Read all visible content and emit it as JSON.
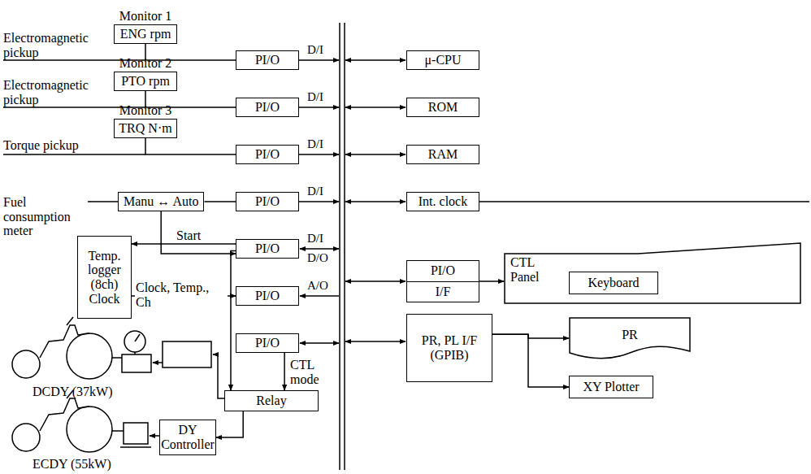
{
  "diagram": {
    "nodes": [
      {
        "text": [
          "Monitor 1",
          "ENG rpm"
        ]
      },
      {
        "text": [
          "Monitor 2",
          "PTO rpm"
        ]
      },
      {
        "text": [
          "Monitor 3",
          "TRQ N·m"
        ]
      },
      {
        "text": [
          "PI/O"
        ]
      },
      {
        "text": [
          "PI/O"
        ]
      },
      {
        "text": [
          "PI/O"
        ]
      },
      {
        "text": [
          "Manu ↔ Auto"
        ]
      },
      {
        "text": [
          "PI/O"
        ]
      },
      {
        "text": [
          "Temp. logger (8ch) Clock"
        ]
      },
      {
        "text": [
          "PI/O"
        ]
      },
      {
        "text": [
          "PI/O"
        ]
      },
      {
        "text": [
          "PI/O"
        ]
      },
      {
        "text": [
          "Relay"
        ]
      },
      {
        "text": [
          "DY Controller"
        ]
      },
      {
        "text": [
          "μ-CPU"
        ]
      },
      {
        "text": [
          "ROM"
        ]
      },
      {
        "text": [
          "RAM"
        ]
      },
      {
        "text": [
          "Int. clock"
        ]
      },
      {
        "text": [
          "PI/O",
          "I/F"
        ]
      },
      {
        "text": [
          "CTL Panel"
        ]
      },
      {
        "text": [
          "Keyboard"
        ],
        "in": 19
      },
      {
        "text": [
          "PR, PL I/F (GPIB)"
        ]
      },
      {
        "text": [
          "PR"
        ]
      },
      {
        "text": [
          "XY Plotter"
        ]
      }
    ],
    "edges": [
      {
        "from": 0,
        "to": 3,
        "arrow": "none"
      },
      {
        "from": 1,
        "to": 4,
        "arrow": "none"
      },
      {
        "from": 2,
        "to": 5,
        "arrow": "none"
      },
      {
        "from": 6,
        "to": 7,
        "arrow": "none"
      },
      {
        "from": 6,
        "to": 9,
        "arrow": "to"
      },
      {
        "from": 9,
        "to": 8,
        "label": "Start",
        "arrow": "to"
      },
      {
        "from": 8,
        "to": 10,
        "label": "Clock, Temp., Ch",
        "arrow": "to"
      },
      {
        "from": 9,
        "to": 12,
        "arrow": "to"
      },
      {
        "from": 11,
        "to": 12,
        "label": "CTL mode",
        "arrow": "to"
      },
      {
        "from": 12,
        "to": 13,
        "arrow": "to"
      },
      {
        "from": 18,
        "to": 19,
        "arrow": "to"
      },
      {
        "from": 21,
        "to": 22,
        "arrow": "to"
      },
      {
        "from": 21,
        "to": 23,
        "arrow": "to"
      }
    ],
    "labels": [
      "Electromagnetic pickup",
      "Electromagnetic pickup",
      "Torque pickup",
      "Fuel consumption meter",
      "D/I",
      "D/I",
      "D/I",
      "D/I",
      "D/I",
      "D/O",
      "A/O",
      "DCDY (37kW)",
      "ECDY (55kW)"
    ]
  }
}
